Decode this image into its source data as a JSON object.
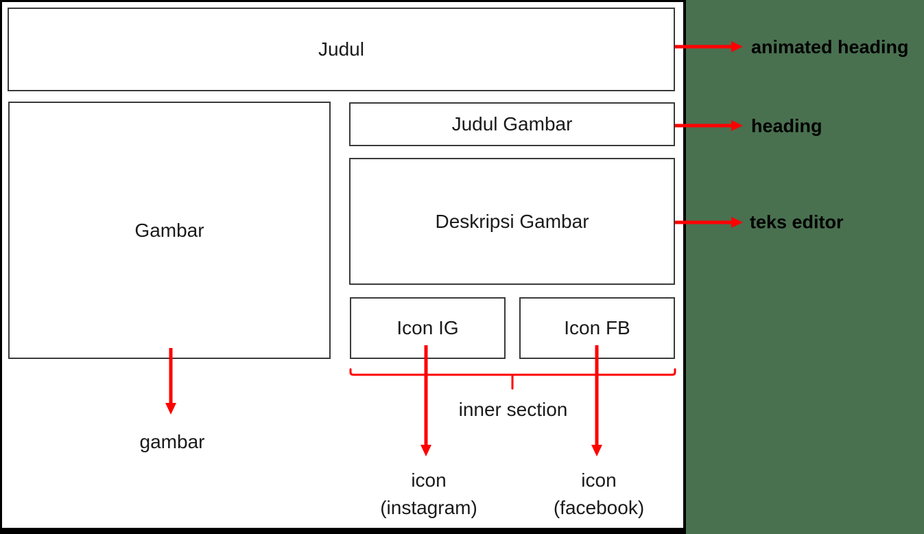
{
  "diagram": {
    "boxes": {
      "judul": {
        "label": "Judul"
      },
      "gambar": {
        "label": "Gambar"
      },
      "judul_gambar": {
        "label": "Judul Gambar"
      },
      "deskripsi": {
        "label": "Deskripsi Gambar"
      },
      "icon_ig": {
        "label": "Icon IG"
      },
      "icon_fb": {
        "label": "Icon FB"
      }
    },
    "annotations": {
      "animated_heading": "animated heading",
      "heading": "heading",
      "teks_editor": "teks editor",
      "gambar": "gambar",
      "inner_section": "inner section",
      "icon_instagram_line1": "icon",
      "icon_instagram_line2": "(instagram)",
      "icon_facebook_line1": "icon",
      "icon_facebook_line2": "(facebook)"
    },
    "colors": {
      "background_green": "#497150",
      "arrow_red": "#fe0000",
      "box_border": "#3a3a3a",
      "outer_border": "#000000",
      "text": "#1a1a1a"
    }
  }
}
